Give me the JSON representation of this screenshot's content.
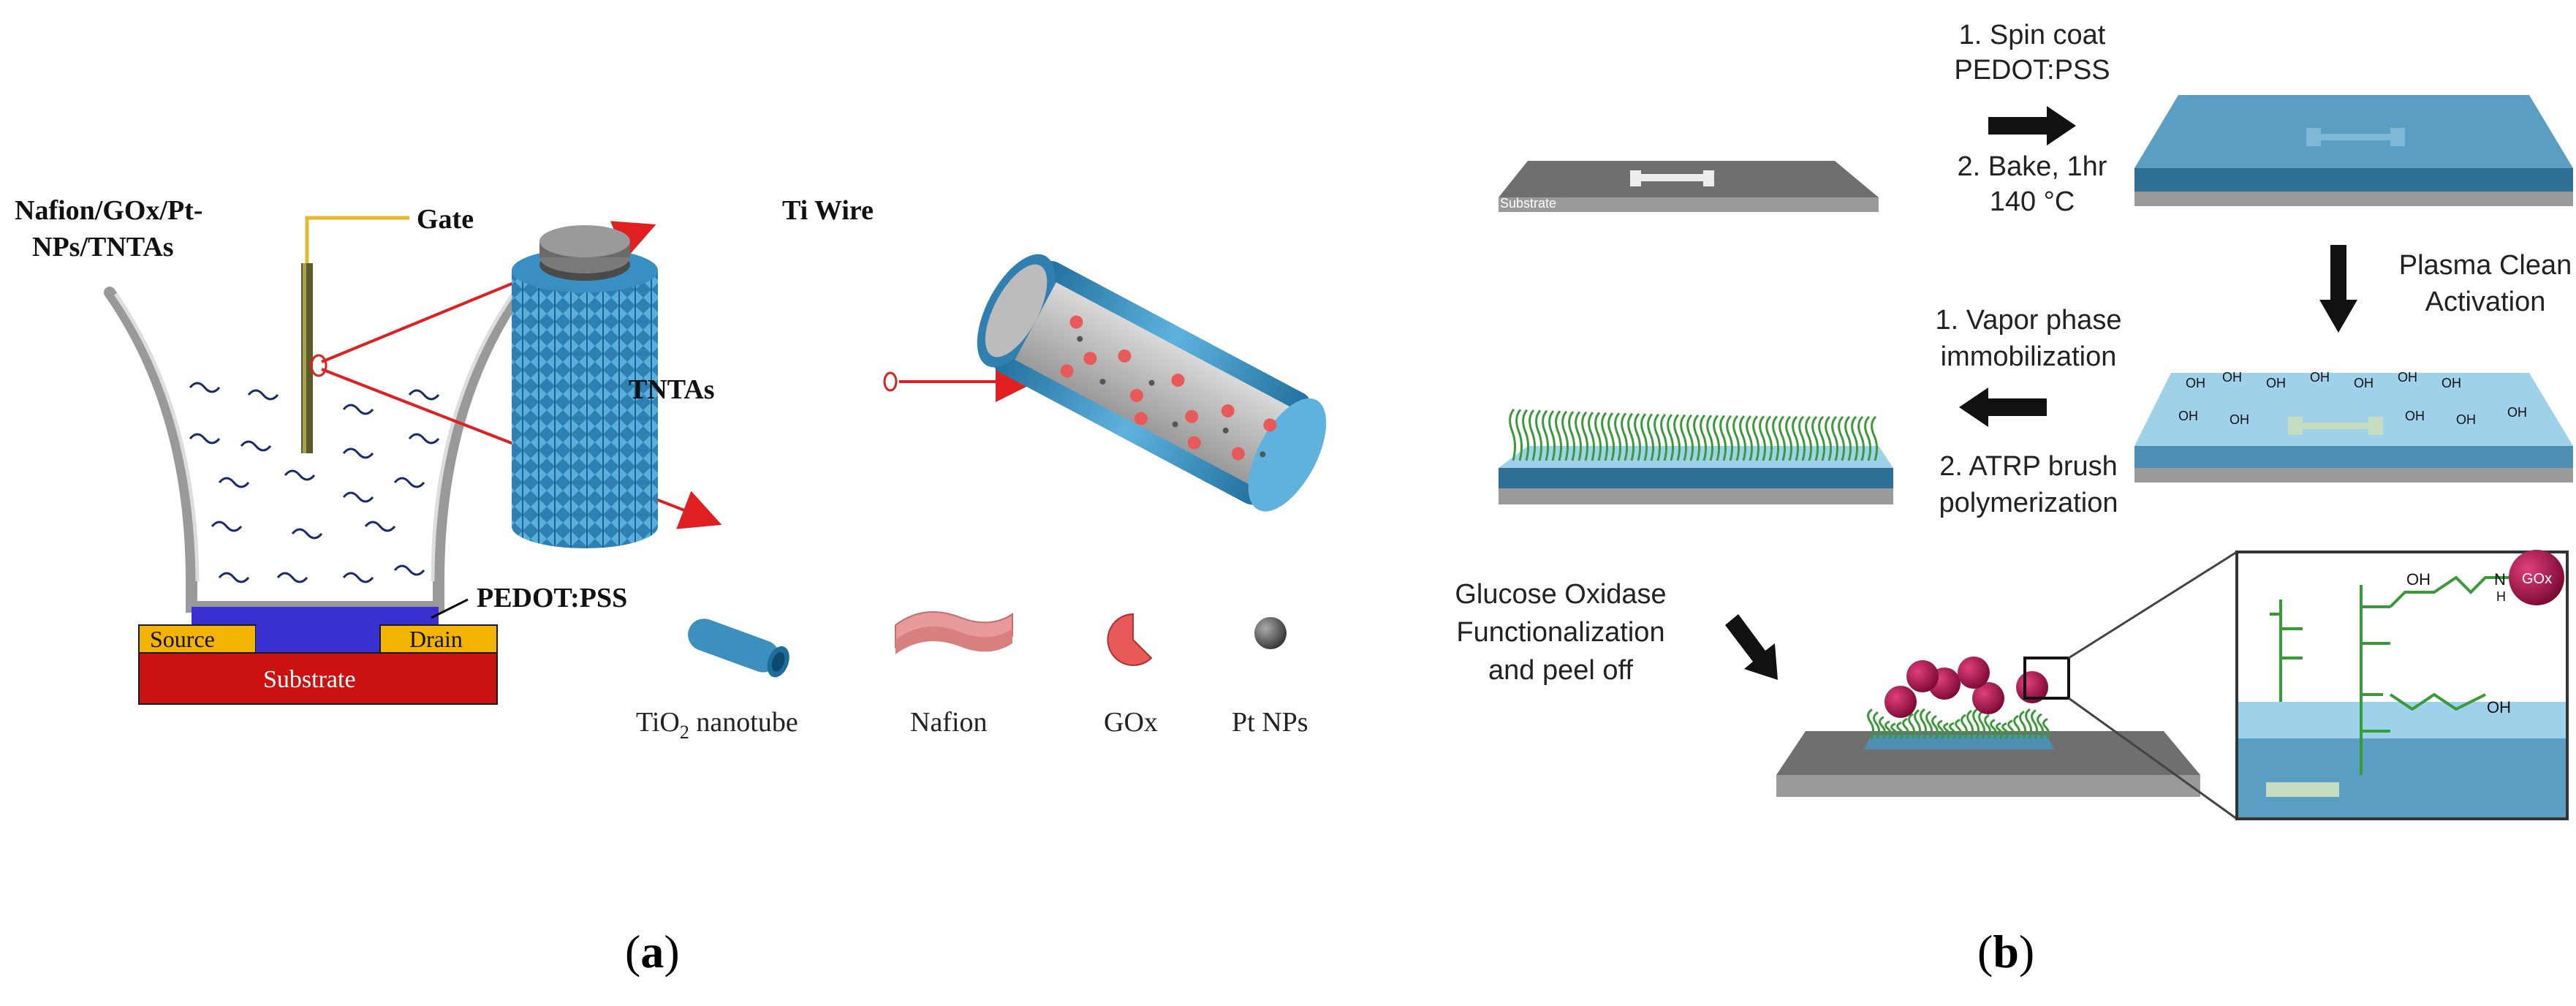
{
  "panel_a": {
    "caption_open": "(",
    "caption_letter": "a",
    "caption_close": ")",
    "electrode_label_line1": "Nafion/GOx/Pt-",
    "electrode_label_line2": "NPs/TNTAs",
    "gate_label": "Gate",
    "pedot_label": "PEDOT:PSS",
    "source_label": "Source",
    "drain_label": "Drain",
    "substrate_label": "Substrate",
    "ti_wire_label": "Ti Wire",
    "tntas_label": "TNTAs",
    "legend": {
      "tio2_label_prefix": "TiO",
      "tio2_label_sub": "2",
      "tio2_label_suffix": " nanotube",
      "nafion_label": "Nafion",
      "gox_label": "GOx",
      "pt_label": "Pt NPs"
    },
    "colors": {
      "substrate": "#cc1111",
      "contacts": "#f2b400",
      "pedot": "#3a2fd0",
      "gate_wire": "#e8b830",
      "arrow": "#e02020",
      "nanotube": "#3d8fbf",
      "nafion": "#e89a9a",
      "gox": "#e85a5a",
      "pt": "#555555"
    }
  },
  "panel_b": {
    "caption_open": "(",
    "caption_letter": "b",
    "caption_close": ")",
    "substrate_label": "Substrate",
    "step1_line1": "1. Spin coat",
    "step1_line2": "PEDOT:PSS",
    "step1_line3": "2. Bake, 1hr",
    "step1_line4": "140 °C",
    "step2_line1": "Plasma Clean",
    "step2_line2": "Activation",
    "step3_line1": "1. Vapor phase",
    "step3_line2": "immobilization",
    "step3_line3": "2. ATRP brush",
    "step3_line4": "polymerization",
    "step4_line1": "Glucose Oxidase",
    "step4_line2": "Functionalization",
    "step4_line3": "and peel off",
    "oh_label": "OH",
    "zoom_oh_label": "OH",
    "zoom_nh_label": "N",
    "zoom_h_label": "H",
    "zoom_gox_label": "GOx",
    "colors": {
      "substrate_top": "#6f6f6f",
      "substrate_side": "#9a9a9a",
      "pedot_top": "#5a9ec4",
      "pedot_side": "#2f6f95",
      "activated_top": "#9fd2ea",
      "brush": "#3a9a3a",
      "gox_bead": "#a0104a",
      "arrow": "#111111"
    }
  }
}
